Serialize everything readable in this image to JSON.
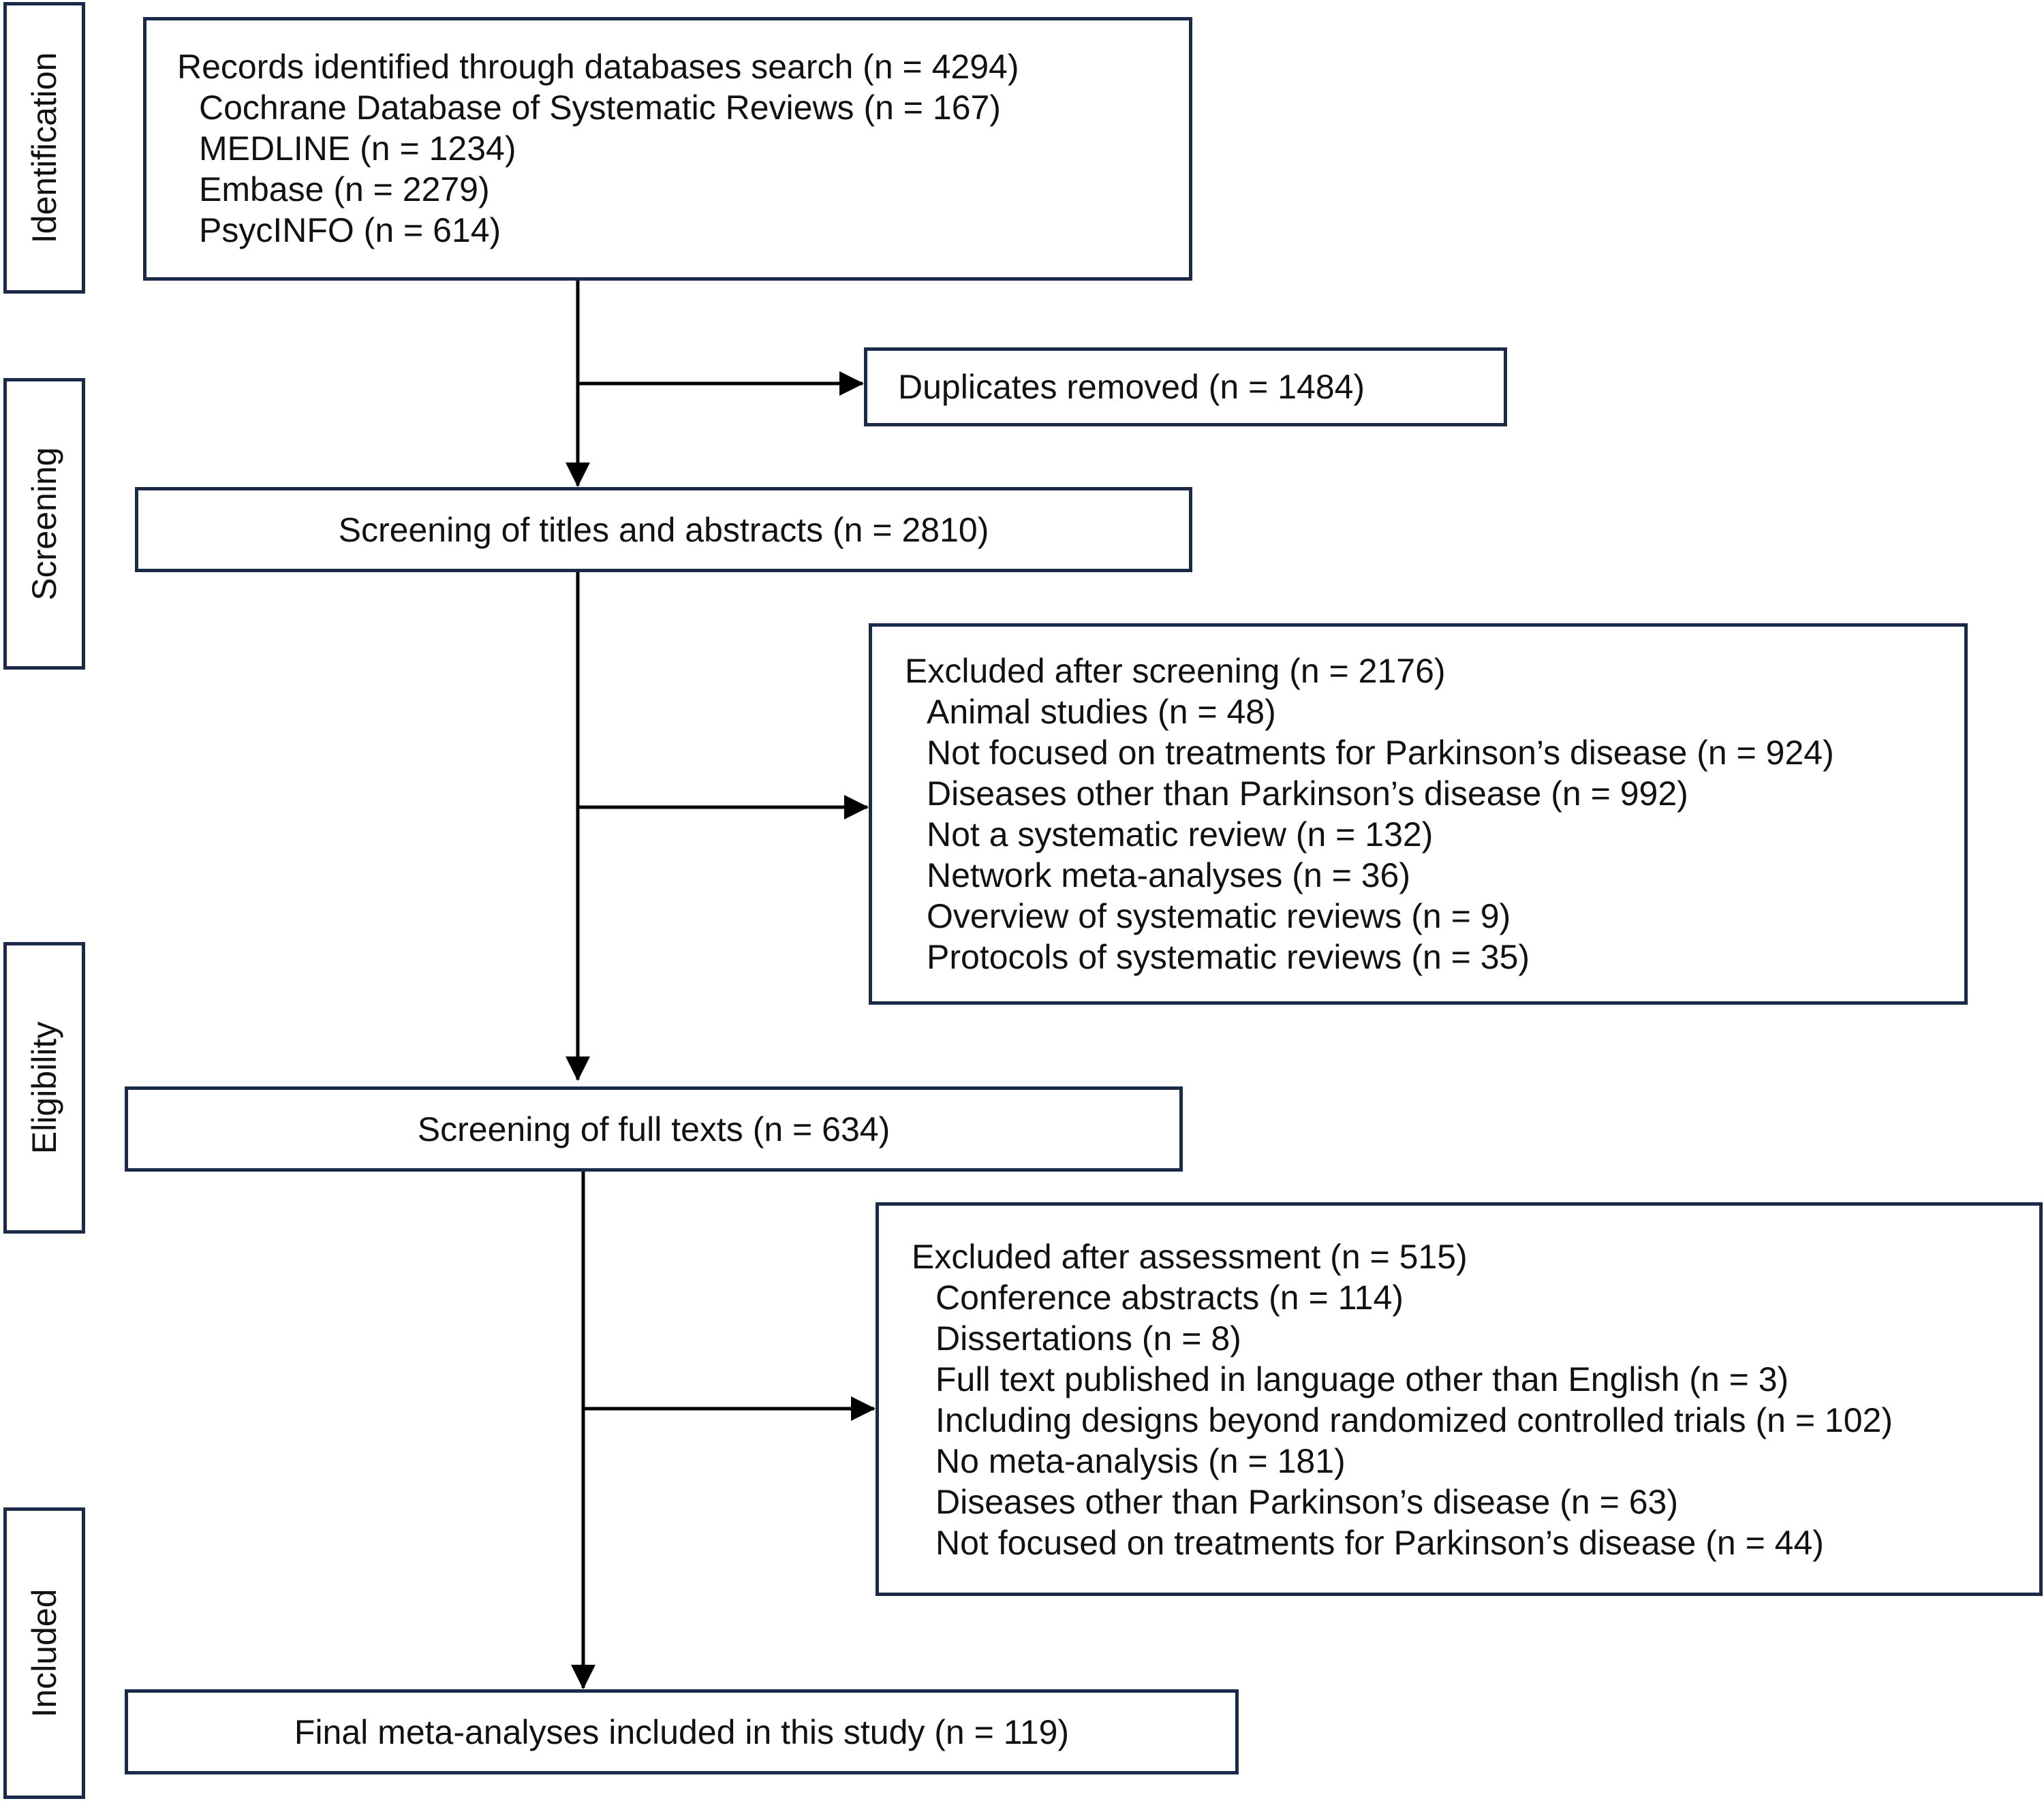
{
  "stages": {
    "identification": "Identification",
    "screening": "Screening",
    "eligibility": "Eligibility",
    "included": "Included"
  },
  "records_box": {
    "title": "Records identified through databases search (n = 4294)",
    "items": [
      "Cochrane Database of Systematic Reviews (n = 167)",
      "MEDLINE (n = 1234)",
      "Embase (n = 2279)",
      "PsycINFO (n = 614)"
    ]
  },
  "duplicates_box": {
    "text": "Duplicates removed (n = 1484)"
  },
  "screening_box": {
    "text": "Screening of titles and abstracts (n = 2810)"
  },
  "excluded_screening_box": {
    "title": "Excluded after screening (n = 2176)",
    "items": [
      "Animal studies (n = 48)",
      "Not focused on treatments for Parkinson’s disease (n = 924)",
      "Diseases other than Parkinson’s disease (n = 992)",
      "Not a systematic review (n = 132)",
      "Network meta-analyses (n = 36)",
      "Overview of systematic reviews (n = 9)",
      "Protocols of systematic reviews (n = 35)"
    ]
  },
  "fulltext_box": {
    "text": "Screening of full texts (n = 634)"
  },
  "excluded_assessment_box": {
    "title": "Excluded after assessment (n = 515)",
    "items": [
      "Conference abstracts (n = 114)",
      "Dissertations (n = 8)",
      "Full text published in language other than English (n = 3)",
      "Including designs beyond randomized controlled trials (n = 102)",
      "No meta-analysis (n = 181)",
      "Diseases other than Parkinson’s disease (n = 63)",
      "Not focused on treatments for Parkinson’s disease (n = 44)"
    ]
  },
  "final_box": {
    "text": "Final meta-analyses included in this study (n = 119)"
  }
}
